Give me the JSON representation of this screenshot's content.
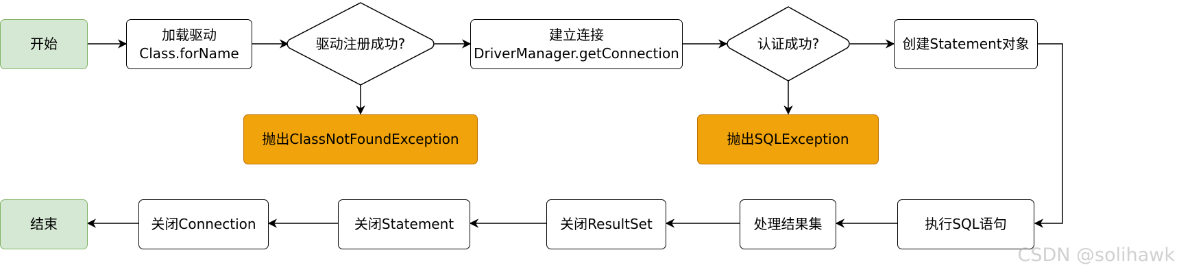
{
  "nodes": {
    "start": "开始",
    "load_driver": [
      "加载驱动",
      "Class.forName"
    ],
    "register_ok": "驱动注册成功?",
    "connect": [
      "建立连接",
      "DriverManager.getConnection"
    ],
    "auth_ok": "认证成功?",
    "create_statement": "创建Statement对象",
    "throw_cnfe": "抛出ClassNotFoundException",
    "throw_sqle": "抛出SQLException",
    "execute_sql": "执行SQL语句",
    "process_result": "处理结果集",
    "close_resultset": "关闭ResultSet",
    "close_statement": "关闭Statement",
    "close_connection": "关闭Connection",
    "end": "结束"
  },
  "watermark": "CSDN @solihawk",
  "colors": {
    "terminal_fill": "#d5e8d4",
    "terminal_border": "#82b366",
    "error_fill": "#f0a30a",
    "error_border": "#bd7000",
    "stroke": "#000000"
  }
}
